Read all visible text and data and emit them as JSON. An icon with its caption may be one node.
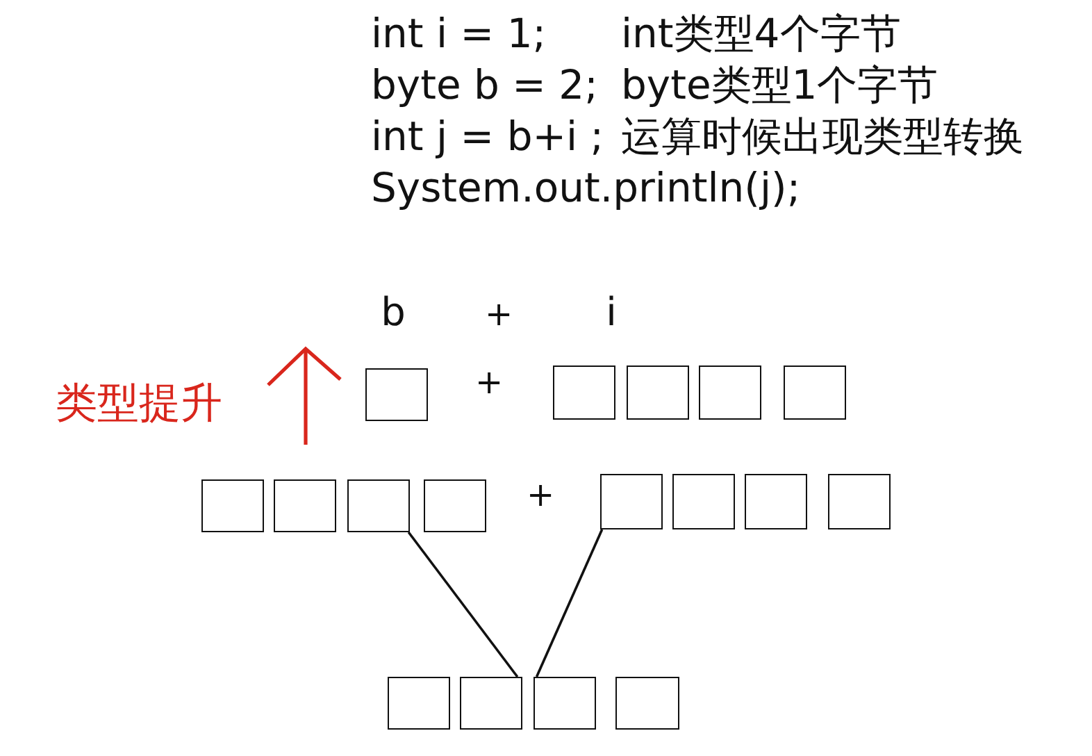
{
  "diagram": {
    "nodes": [
      {
        "text": [],
        "shape": "box"
      },
      {
        "text": [],
        "shape": "box"
      },
      {
        "text": [],
        "shape": "box"
      },
      {
        "text": [],
        "shape": "box"
      },
      {
        "text": [],
        "shape": "box"
      },
      {
        "text": [],
        "shape": "box"
      },
      {
        "text": [],
        "shape": "box"
      },
      {
        "text": [],
        "shape": "box"
      },
      {
        "text": [],
        "shape": "box"
      },
      {
        "text": [],
        "shape": "box"
      },
      {
        "text": [],
        "shape": "box"
      },
      {
        "text": [],
        "shape": "box"
      },
      {
        "text": [],
        "shape": "box"
      },
      {
        "text": [],
        "shape": "box"
      },
      {
        "text": [],
        "shape": "box"
      },
      {
        "text": [],
        "shape": "box"
      },
      {
        "text": [],
        "shape": "box"
      }
    ],
    "edges": [
      {
        "from": 7,
        "to": 14,
        "arrow": "none"
      },
      {
        "from": 9,
        "to": 15,
        "arrow": "none"
      }
    ],
    "labels": [
      "int i = 1;",
      "int类型4个字节",
      "byte b = 2;",
      "byte类型1个字节",
      "int j = b+i ;",
      "运算时候出现类型转换",
      "System.out.println(j);",
      "b",
      "+",
      "i",
      "类型提升",
      "+",
      "+"
    ]
  }
}
